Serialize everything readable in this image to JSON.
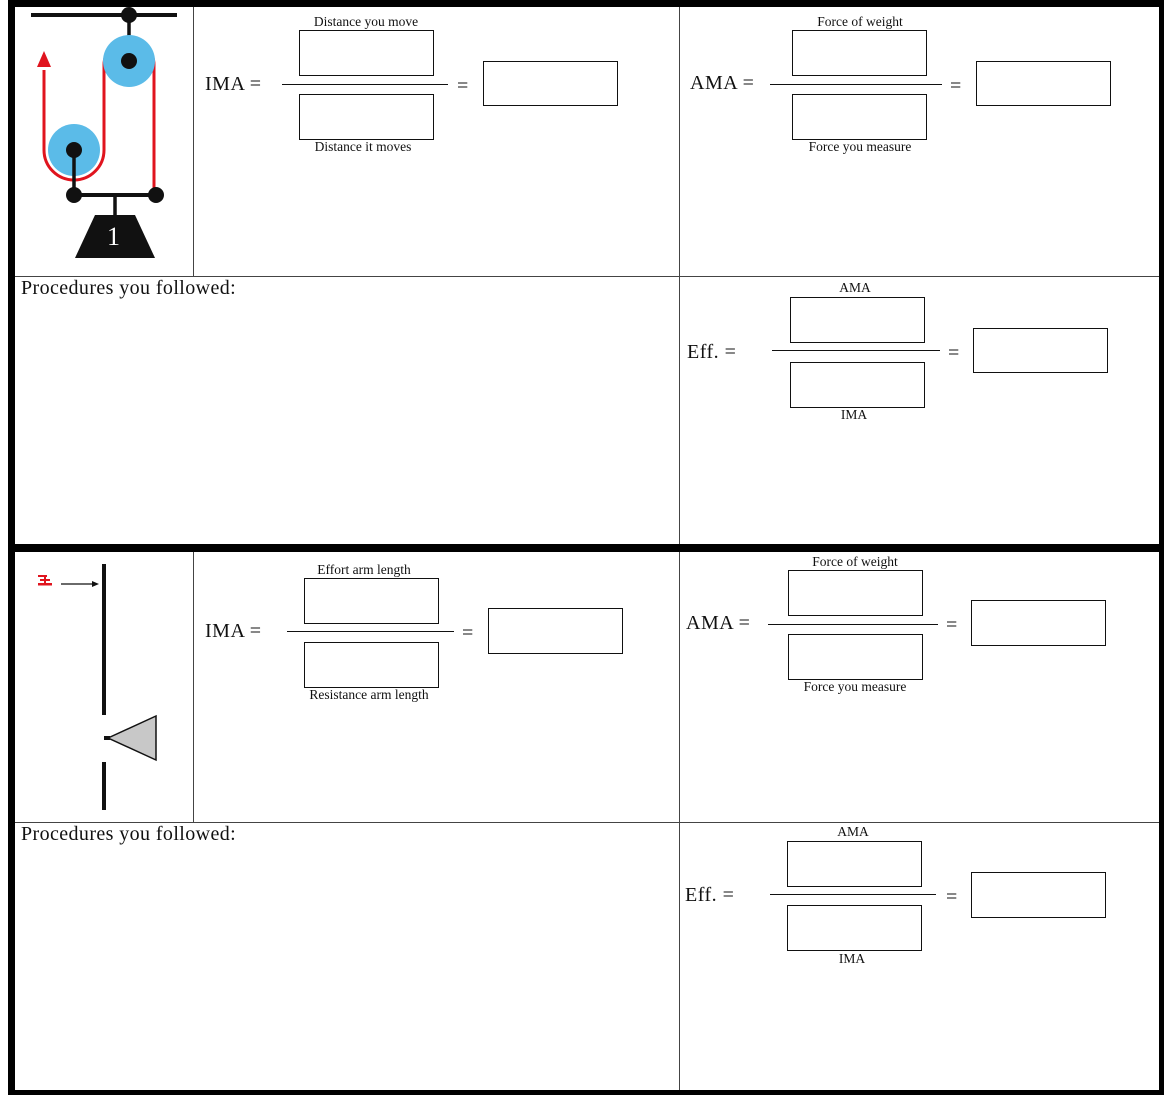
{
  "section1": {
    "diagram": {
      "weight_number": "1"
    },
    "ima": {
      "label": "IMA =",
      "numerator_label": "Distance you move",
      "denominator_label": "Distance it moves",
      "equals": "="
    },
    "ama": {
      "label": "AMA =",
      "numerator_label": "Force of weight",
      "denominator_label": "Force you measure",
      "equals": "="
    },
    "procedures_label": "Procedures you followed:",
    "eff": {
      "label": "Eff. =",
      "numerator_label": "AMA",
      "denominator_label": "IMA",
      "equals": "="
    }
  },
  "section2": {
    "ima": {
      "label": "IMA =",
      "numerator_label": "Effort arm length",
      "denominator_label": "Resistance arm length",
      "equals": "="
    },
    "ama": {
      "label": "AMA =",
      "numerator_label": "Force of weight",
      "denominator_label": "Force you measure",
      "equals": "="
    },
    "procedures_label": "Procedures you followed:",
    "eff": {
      "label": "Eff. =",
      "numerator_label": "AMA",
      "denominator_label": "IMA",
      "equals": "="
    }
  },
  "colors": {
    "rope": "#e0141e",
    "pulley": "#5bbbe8",
    "border": "#000000"
  }
}
